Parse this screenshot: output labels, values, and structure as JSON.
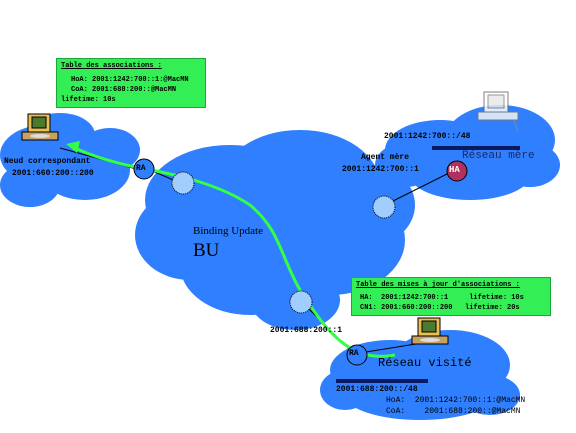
{
  "assoc_table": {
    "title": "Table des associations :",
    "rows": [
      "HoA: 2001:1242:700::1:@MacMN",
      "CoA: 2001:688:200::@MacMN",
      "lifetime: 10s"
    ]
  },
  "update_table": {
    "title": "Table des mises à jour d'associations :",
    "rows": [
      "HA:  2001:1242:700::1     lifetime: 10s",
      "CN1: 2001:660:200::200   lifetime: 20s"
    ]
  },
  "correspondent": {
    "name": "Neud correspondant",
    "address": "2001:660:200::200"
  },
  "home_network": {
    "prefix": "2001:1242:700::/48",
    "name": "Réseau mère"
  },
  "home_agent": {
    "name": "Agent mère",
    "address": "2001:1242:700::1",
    "badge": "HA"
  },
  "visited_network": {
    "router_address": "2001:688:200::1",
    "name": "Réseau visité",
    "prefix": "2001:688:200::/48",
    "badge": "RA"
  },
  "correspondent_router": {
    "badge": "RA"
  },
  "binding": {
    "label": "Binding Update",
    "short": "BU"
  },
  "mobile_node": {
    "hoa": "HoA:  2001:1242:700::1:@MacMN",
    "coa": "CoA:    2001:688:200::@MacMN"
  },
  "colors": {
    "cloud": "#2f7fff",
    "update_path": "#33ff44",
    "ha_badge": "#b0305e",
    "box": "#33ee55"
  }
}
